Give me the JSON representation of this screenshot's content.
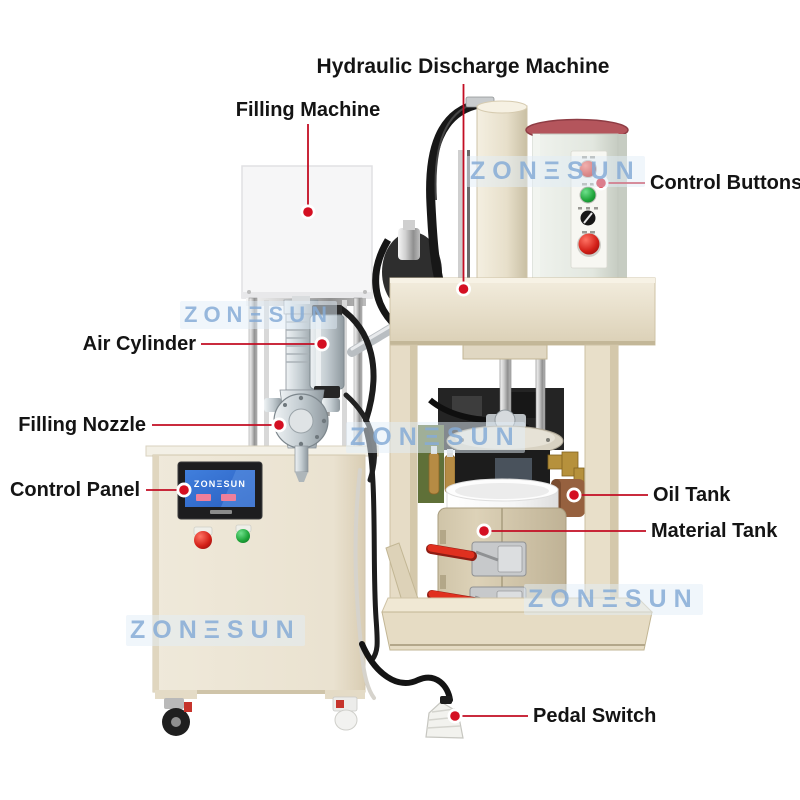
{
  "page": {
    "background": "#ffffff"
  },
  "brand": {
    "watermark_text": "ZONΞSUN",
    "watermark_color": "#86acd6"
  },
  "annotations": {
    "hydraulic_machine": "Hydraulic Discharge Machine",
    "filling_machine": "Filling Machine",
    "control_buttons": "Control Buttons",
    "air_cylinder": "Air Cylinder",
    "filling_nozzle": "Filling Nozzle",
    "control_panel": "Control Panel",
    "oil_tank": "Oil Tank",
    "material_tank": "Material Tank",
    "pedal_switch": "Pedal Switch"
  },
  "screen": {
    "brand": "ZONΞSUN"
  },
  "colors": {
    "leader_red": "#c30d23",
    "dot_red": "#d40f22",
    "label_text": "#141414",
    "machine_beige": "#e9e1cd",
    "machine_beige_dark": "#d6cab0",
    "steel_light": "#ececec",
    "steel_dark": "#9a9a9a",
    "screen_blue": "#2f6fd6",
    "button_red": "#cf2027",
    "button_green": "#1fa53a",
    "tank_white": "#fafafa",
    "oil_tank_brown": "#96613f",
    "clamp_handle_red": "#e0301f"
  }
}
